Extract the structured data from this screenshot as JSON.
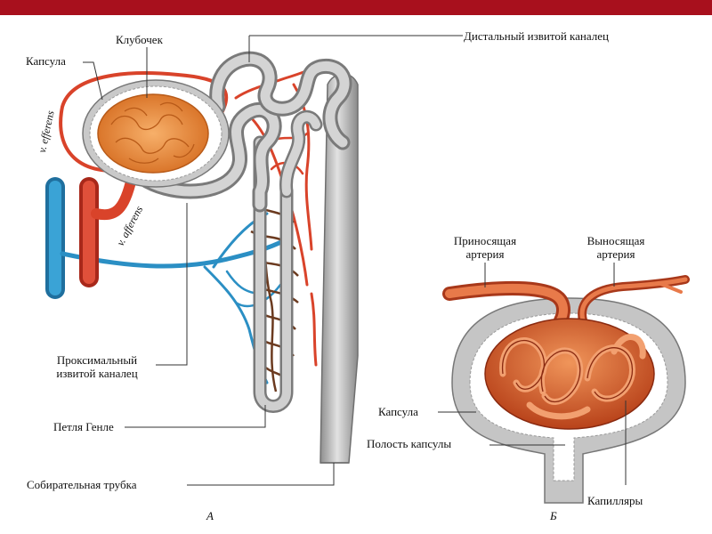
{
  "labels": {
    "klubochek": "Клубочек",
    "kapsula_a": "Капсула",
    "v_efferens": "v. efferens",
    "v_afferens": "v. afferens",
    "distal": "Дистальный  извитой  каналец",
    "proximal_1": "Проксимальный",
    "proximal_2": "извитой каналец",
    "henle": "Петля  Генле",
    "collecting": "Собирательная трубка",
    "afferent_1": "Приносящая",
    "afferent_2": "артерия",
    "efferent_1": "Выносящая",
    "efferent_2": "артерия",
    "kapsula_b": "Капсула",
    "cavity": "Полость капсулы",
    "capillaries": "Капилляры"
  },
  "figures": {
    "a": "А",
    "b": "Б"
  },
  "colors": {
    "title_bar": "#a8101d",
    "artery": "#d9432a",
    "vein": "#2b8fc4",
    "tubule": "#b8b8b8",
    "glomerulus": "#e88a3c",
    "capillary_dark": "#6b3a1f"
  }
}
